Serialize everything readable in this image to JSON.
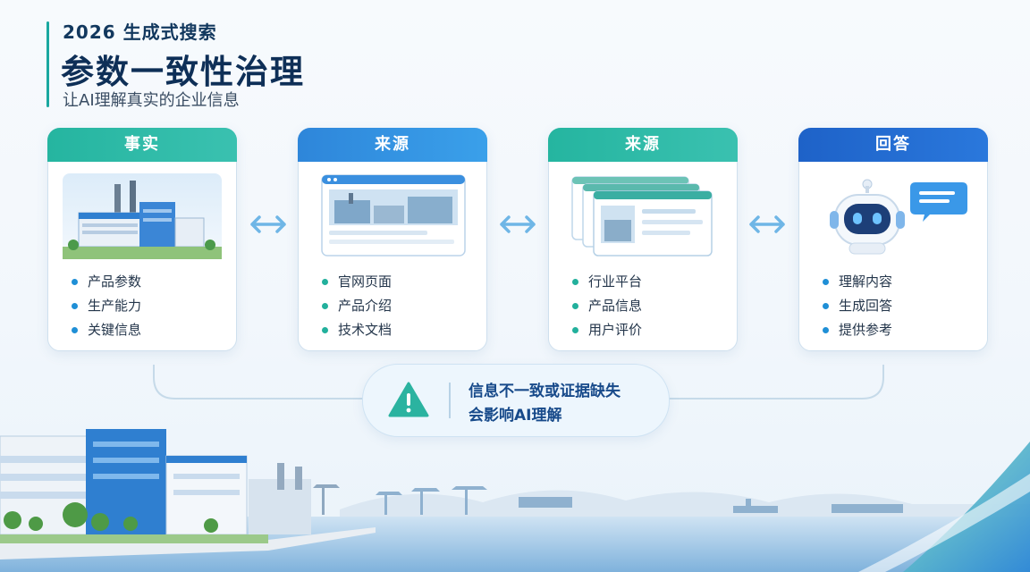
{
  "header": {
    "subtitle": "2026 生成式搜索",
    "title": "参数一致性治理",
    "tagline": "让AI理解真实的企业信息"
  },
  "cards": [
    {
      "label": "事实",
      "color": "#25b5a0",
      "bullets": [
        "产品参数",
        "生产能力",
        "关键信息"
      ]
    },
    {
      "label": "来源",
      "color": "#2e86da",
      "bullets": [
        "官网页面",
        "产品介绍",
        "技术文档"
      ]
    },
    {
      "label": "来源",
      "color": "#25b5a0",
      "bullets": [
        "行业平台",
        "产品信息",
        "用户评价"
      ]
    },
    {
      "label": "回答",
      "color": "#1e62c8",
      "bullets": [
        "理解内容",
        "生成回答",
        "提供参考"
      ]
    }
  ],
  "alert": {
    "line1": "信息不一致或证据缺失",
    "line2": "会影响AI理解"
  },
  "icons": {
    "card1": "factory-image",
    "card2": "web-page-icon",
    "card3": "stacked-pages-icon",
    "card4": "robot-chat-icon",
    "arrows": "bidirectional-arrow-icon",
    "alert": "warning-icon"
  }
}
